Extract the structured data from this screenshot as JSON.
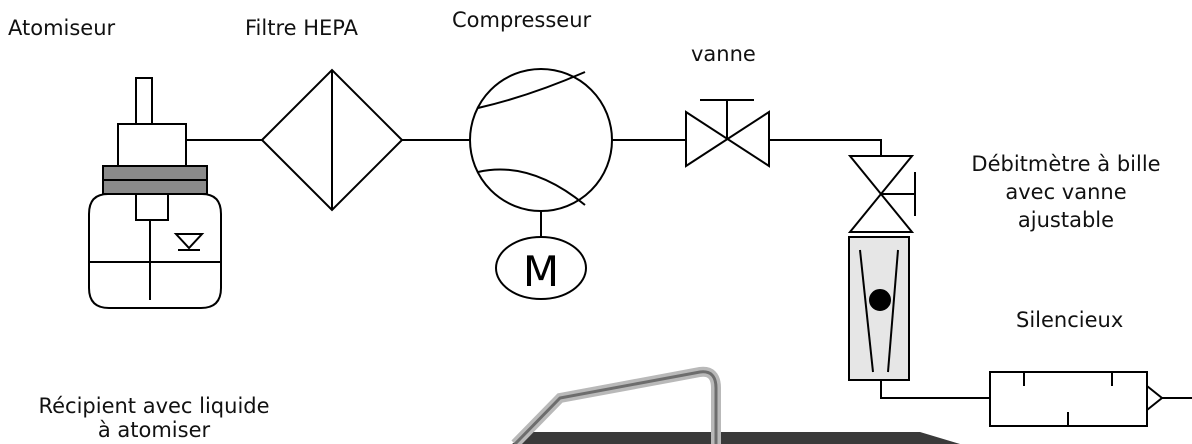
{
  "labels": {
    "atomiseur": "Atomiseur",
    "filtre": "Filtre HEPA",
    "compresseur": "Compresseur",
    "vanne": "vanne",
    "debitmetre_l1": "Débitmètre à bille",
    "debitmetre_l2": "avec vanne",
    "debitmetre_l3": "ajustable",
    "silencieux": "Silencieux",
    "recipient_l1": "Récipient avec liquide",
    "recipient_l2": "à atomiser",
    "motor": "M"
  },
  "colors": {
    "line": "#000000",
    "cap": "#8a8a8a",
    "flowmeter_fill": "#e6e6e6",
    "background": "#ffffff"
  }
}
